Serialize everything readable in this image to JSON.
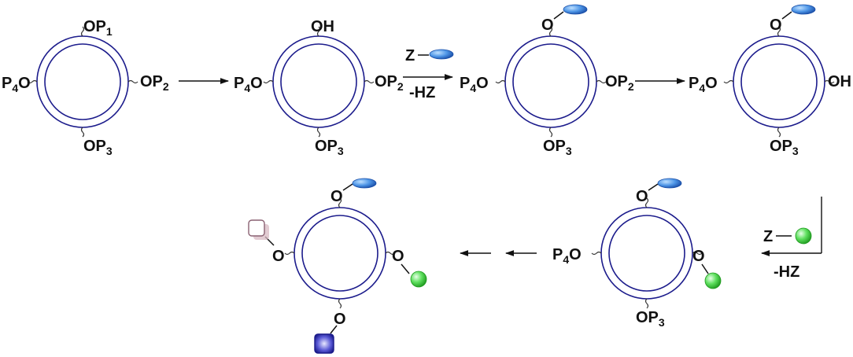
{
  "colors": {
    "ring": "#1c1c8c",
    "arrow": "#111111",
    "ellipse_blue": "#3b7fd4",
    "sphere_green": "#3fd43f",
    "square_blue": "#2c2ca8",
    "square_mauve": "#b9929f"
  },
  "labels": {
    "op1": "OP",
    "op1_sub": "1",
    "op2": "OP",
    "op2_sub": "2",
    "op3": "OP",
    "op3_sub": "3",
    "p4o_p": "P",
    "p4o_sub": "4",
    "p4o_o": "O",
    "oh": "OH",
    "o": "O",
    "z": "Z",
    "hz": "-HZ"
  },
  "icons": {
    "ring": "cyclic-scaffold-double-circle",
    "ellipse": "blue-ellipse-substituent",
    "sphere": "green-sphere-substituent",
    "square_blue": "blue-square-substituent",
    "square_mauve": "mauve-square-substituent",
    "arrow": "reaction-arrow"
  }
}
